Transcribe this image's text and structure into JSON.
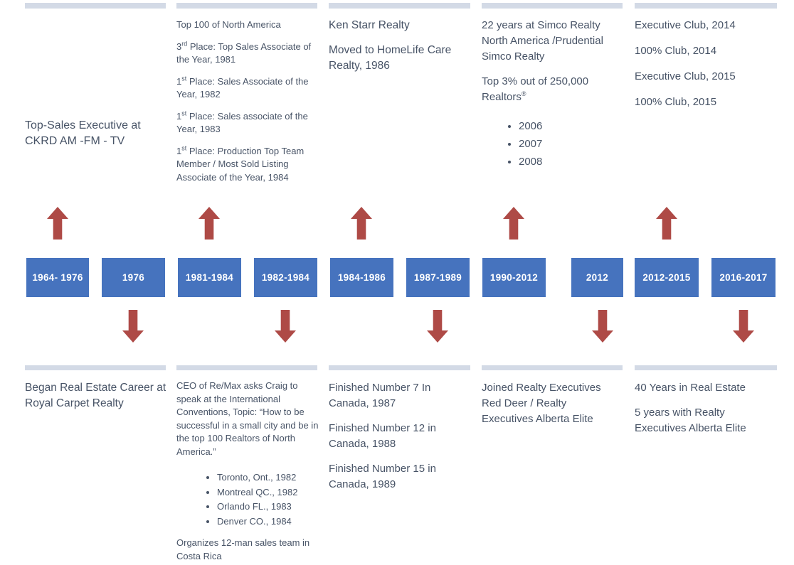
{
  "colors": {
    "box_blue": "#4673BE",
    "arrow_red": "#AE4A46",
    "accent_bar": "#D3DAE6",
    "body_text": "#475366"
  },
  "timeline": {
    "boxes": [
      {
        "label": "1964- 1976",
        "arrow": "up"
      },
      {
        "label": "1976",
        "arrow": "down"
      },
      {
        "label": "1981-1984",
        "arrow": "up"
      },
      {
        "label": "1982-1984",
        "arrow": "down"
      },
      {
        "label": "1984-1986",
        "arrow": "up"
      },
      {
        "label": "1987-1989",
        "arrow": "down"
      },
      {
        "label": "1990-2012",
        "arrow": "up"
      },
      {
        "label": "2012",
        "arrow": "down"
      },
      {
        "label": "2012-2015",
        "arrow": "up"
      },
      {
        "label": "2016-2017",
        "arrow": "down"
      }
    ]
  },
  "top": {
    "col1": {
      "para1": "Top-Sales Executive at CKRD AM -FM - TV"
    },
    "col2": {
      "para1": "Top 100 of North America",
      "para2": {
        "pre": "3",
        "sup": "rd",
        "rest": " Place: Top Sales Associate of the Year, 1981"
      },
      "para3": {
        "pre": "1",
        "sup": "st",
        "rest": " Place: Sales Associate of the Year, 1982"
      },
      "para4": {
        "pre": "1",
        "sup": "st",
        "rest": " Place: Sales associate of the Year, 1983"
      },
      "para5": {
        "pre": "1",
        "sup": "st",
        "rest": " Place: Production Top Team Member / Most Sold Listing Associate of the Year, 1984"
      }
    },
    "col3": {
      "para1": "Ken Starr Realty",
      "para2": "Moved to HomeLife Care Realty, 1986"
    },
    "col4": {
      "para1": "22 years at Simco Realty North America /Prudential Simco Realty",
      "para2": {
        "rest": "Top 3% out of 250,000 Realtors",
        "reg": "®"
      },
      "bullets": [
        "2006",
        "2007",
        "2008"
      ]
    },
    "col5": {
      "para1": "Executive Club, 2014",
      "para2": "100% Club, 2014",
      "para3": "Executive Club, 2015",
      "para4": "100% Club, 2015"
    }
  },
  "bottom": {
    "col1": {
      "para1": "Began Real Estate Career at Royal Carpet Realty"
    },
    "col2": {
      "para1": "CEO of Re/Max asks Craig to speak at the International Conventions, Topic: “How to be successful in a small city and be in the top 100 Realtors of North America.”",
      "bullets": [
        "Toronto, Ont., 1982",
        "Montreal QC., 1982",
        "Orlando FL., 1983",
        "Denver CO., 1984"
      ],
      "para2": "Organizes 12-man sales team in Costa Rica"
    },
    "col3": {
      "para1": "Finished Number 7 In Canada, 1987",
      "para2": "Finished Number 12 in Canada, 1988",
      "para3": "Finished Number 15 in Canada, 1989"
    },
    "col4": {
      "para1": "Joined Realty Executives Red Deer / Realty Executives Alberta Elite"
    },
    "col5": {
      "para1": "40 Years in Real Estate",
      "para2": "5 years with Realty Executives Alberta Elite"
    }
  }
}
